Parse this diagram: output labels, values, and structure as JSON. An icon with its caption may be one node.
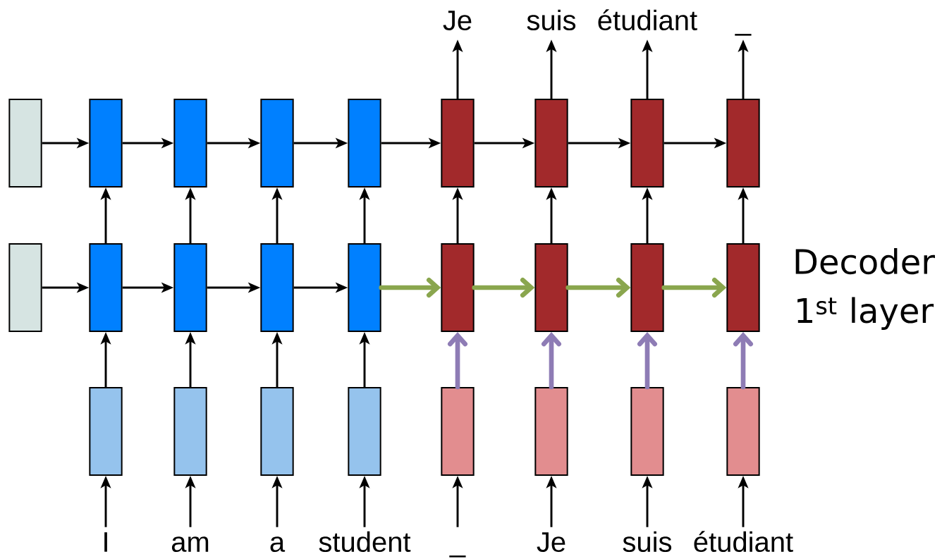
{
  "diagram": {
    "nodes": [
      {
        "text": [
          "Je"
        ]
      },
      {
        "text": [
          "suis"
        ]
      },
      {
        "text": [
          "étudiant"
        ]
      },
      {
        "text": [
          "_"
        ]
      },
      {
        "text": [],
        "shape": "box"
      },
      {
        "text": [],
        "shape": "box"
      },
      {
        "text": [],
        "shape": "box"
      },
      {
        "text": [],
        "shape": "box"
      },
      {
        "text": [],
        "shape": "box"
      },
      {
        "text": [],
        "shape": "box"
      },
      {
        "text": [],
        "shape": "box"
      },
      {
        "text": [],
        "shape": "box"
      },
      {
        "text": [],
        "shape": "box"
      },
      {
        "text": [],
        "shape": "box"
      },
      {
        "text": [],
        "shape": "box"
      },
      {
        "text": [],
        "shape": "box"
      },
      {
        "text": [],
        "shape": "box"
      },
      {
        "text": [],
        "shape": "box"
      },
      {
        "text": [],
        "shape": "box"
      },
      {
        "text": [],
        "shape": "box"
      },
      {
        "text": [],
        "shape": "box"
      },
      {
        "text": [],
        "shape": "box"
      },
      {
        "text": [],
        "shape": "box"
      },
      {
        "text": [],
        "shape": "box"
      },
      {
        "text": [],
        "shape": "box"
      },
      {
        "text": [],
        "shape": "box"
      },
      {
        "text": [],
        "shape": "box"
      },
      {
        "text": [],
        "shape": "box"
      },
      {
        "text": [],
        "shape": "box"
      },
      {
        "text": [],
        "shape": "box"
      },
      {
        "text": [
          "I"
        ]
      },
      {
        "text": [
          "am"
        ]
      },
      {
        "text": [
          "a"
        ]
      },
      {
        "text": [
          "student"
        ]
      },
      {
        "text": [
          "_"
        ]
      },
      {
        "text": [
          "Je"
        ]
      },
      {
        "text": [
          "suis"
        ]
      },
      {
        "text": [
          "étudiant"
        ]
      }
    ],
    "edges": [
      {
        "from": 4,
        "to": 5,
        "arrow": "to"
      },
      {
        "from": 5,
        "to": 6,
        "arrow": "to"
      },
      {
        "from": 6,
        "to": 7,
        "arrow": "to"
      },
      {
        "from": 7,
        "to": 8,
        "arrow": "to"
      },
      {
        "from": 8,
        "to": 9,
        "arrow": "to"
      },
      {
        "from": 9,
        "to": 10,
        "arrow": "to"
      },
      {
        "from": 10,
        "to": 11,
        "arrow": "to"
      },
      {
        "from": 11,
        "to": 12,
        "arrow": "to"
      },
      {
        "from": 9,
        "to": 0,
        "arrow": "to"
      },
      {
        "from": 10,
        "to": 1,
        "arrow": "to"
      },
      {
        "from": 11,
        "to": 2,
        "arrow": "to"
      },
      {
        "from": 12,
        "to": 3,
        "arrow": "to"
      },
      {
        "from": 13,
        "to": 14,
        "arrow": "to"
      },
      {
        "from": 14,
        "to": 15,
        "arrow": "to"
      },
      {
        "from": 15,
        "to": 16,
        "arrow": "to"
      },
      {
        "from": 16,
        "to": 17,
        "arrow": "to"
      },
      {
        "from": 17,
        "to": 18,
        "arrow": "to",
        "style": "thick",
        "color": "#8aa64e"
      },
      {
        "from": 18,
        "to": 19,
        "arrow": "to",
        "style": "thick",
        "color": "#8aa64e"
      },
      {
        "from": 19,
        "to": 20,
        "arrow": "to",
        "style": "thick",
        "color": "#8aa64e"
      },
      {
        "from": 20,
        "to": 21,
        "arrow": "to",
        "style": "thick",
        "color": "#8aa64e"
      },
      {
        "from": 14,
        "to": 5,
        "arrow": "to"
      },
      {
        "from": 15,
        "to": 6,
        "arrow": "to"
      },
      {
        "from": 16,
        "to": 7,
        "arrow": "to"
      },
      {
        "from": 17,
        "to": 8,
        "arrow": "to"
      },
      {
        "from": 18,
        "to": 9,
        "arrow": "to"
      },
      {
        "from": 19,
        "to": 10,
        "arrow": "to"
      },
      {
        "from": 20,
        "to": 11,
        "arrow": "to"
      },
      {
        "from": 21,
        "to": 12,
        "arrow": "to"
      },
      {
        "from": 22,
        "to": 14,
        "arrow": "to"
      },
      {
        "from": 23,
        "to": 15,
        "arrow": "to"
      },
      {
        "from": 24,
        "to": 16,
        "arrow": "to"
      },
      {
        "from": 25,
        "to": 17,
        "arrow": "to"
      },
      {
        "from": 26,
        "to": 18,
        "arrow": "to",
        "style": "thick",
        "color": "#8e7cb5"
      },
      {
        "from": 27,
        "to": 19,
        "arrow": "to",
        "style": "thick",
        "color": "#8e7cb5"
      },
      {
        "from": 28,
        "to": 20,
        "arrow": "to",
        "style": "thick",
        "color": "#8e7cb5"
      },
      {
        "from": 29,
        "to": 21,
        "arrow": "to",
        "style": "thick",
        "color": "#8e7cb5"
      },
      {
        "from": 30,
        "to": 22,
        "arrow": "to"
      },
      {
        "from": 31,
        "to": 23,
        "arrow": "to"
      },
      {
        "from": 32,
        "to": 24,
        "arrow": "to"
      },
      {
        "from": 33,
        "to": 25,
        "arrow": "to"
      },
      {
        "from": 34,
        "to": 26,
        "arrow": "to"
      },
      {
        "from": 35,
        "to": 27,
        "arrow": "to"
      },
      {
        "from": 36,
        "to": 28,
        "arrow": "to"
      },
      {
        "from": 37,
        "to": 29,
        "arrow": "to"
      }
    ],
    "labels": [
      "Decoder 1$^{st}$ layer"
    ]
  }
}
